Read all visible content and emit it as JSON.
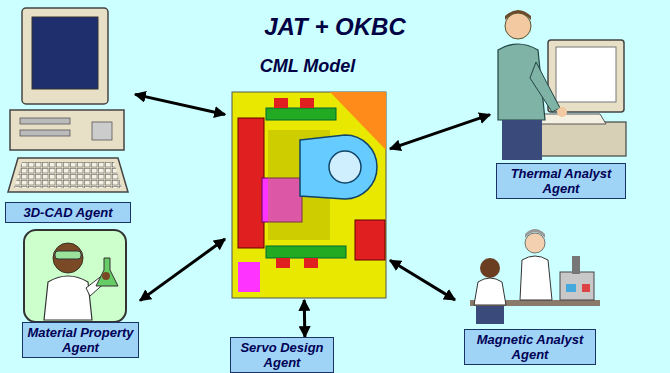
{
  "diagram": {
    "nodes": [
      {
        "text": [
          "JAT + OKBC"
        ]
      },
      {
        "text": [
          "CML Model"
        ],
        "in": 0
      },
      {
        "text": [
          "3D-CAD Agent"
        ]
      },
      {
        "text": [
          "Thermal Analyst Agent"
        ]
      },
      {
        "text": [
          "Material Property Agent"
        ]
      },
      {
        "text": [
          "Servo Design Agent"
        ]
      },
      {
        "text": [
          "Magnetic Analyst Agent"
        ]
      }
    ],
    "edges": [
      {
        "from": 2,
        "to": 1,
        "arrow": "both"
      },
      {
        "from": 3,
        "to": 1,
        "arrow": "both"
      },
      {
        "from": 4,
        "to": 1,
        "arrow": "both"
      },
      {
        "from": 5,
        "to": 1,
        "arrow": "both"
      },
      {
        "from": 6,
        "to": 1,
        "arrow": "both"
      }
    ]
  }
}
